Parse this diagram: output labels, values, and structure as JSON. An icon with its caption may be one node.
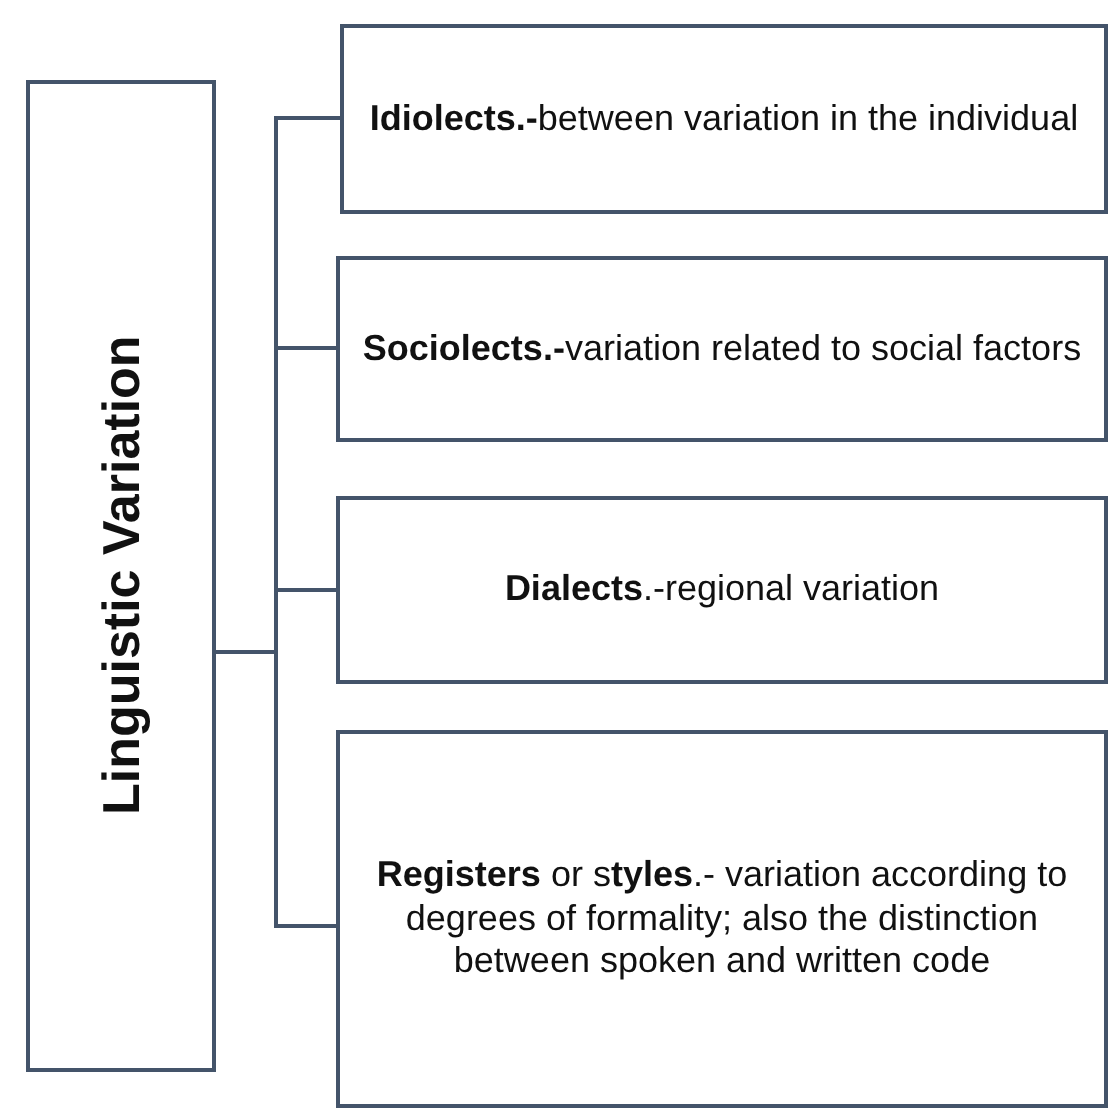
{
  "diagram": {
    "nodes": [
      {
        "text": [
          "Linguistic Variation"
        ]
      },
      {
        "text": [
          "**Idiolects.-**between variation in the individual"
        ]
      },
      {
        "text": [
          "**Sociolects.-**variation related to social factors"
        ]
      },
      {
        "text": [
          "**Dialects**.-regional variation"
        ]
      },
      {
        "text": [
          "**Registers** or s**tyles**.- variation according to degrees of formality; also the distinction between spoken and written code"
        ]
      }
    ],
    "edges": [
      {
        "from": 0,
        "to": 1,
        "arrow": "none"
      },
      {
        "from": 0,
        "to": 2,
        "arrow": "none"
      },
      {
        "from": 0,
        "to": 3,
        "arrow": "none"
      },
      {
        "from": 0,
        "to": 4,
        "arrow": "none"
      }
    ]
  }
}
